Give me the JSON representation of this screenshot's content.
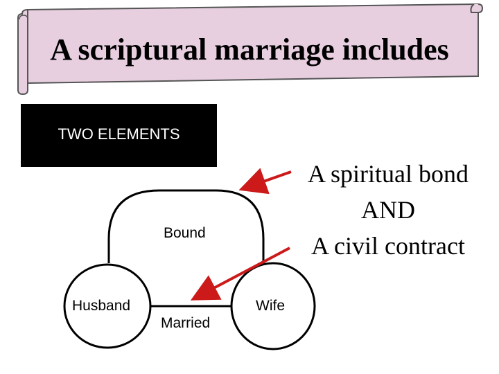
{
  "title": "A scriptural marriage includes",
  "elements_box": {
    "label": "TWO ELEMENTS"
  },
  "bond_description": {
    "line1": "A spiritual bond",
    "line2": "AND",
    "line3": "A civil contract"
  },
  "diagram": {
    "husband": "Husband",
    "wife": "Wife",
    "bound": "Bound",
    "married": "Married"
  },
  "colors": {
    "banner_fill": "#e7cfe0",
    "arrow": "#cc1a1a",
    "box": "#000000"
  }
}
